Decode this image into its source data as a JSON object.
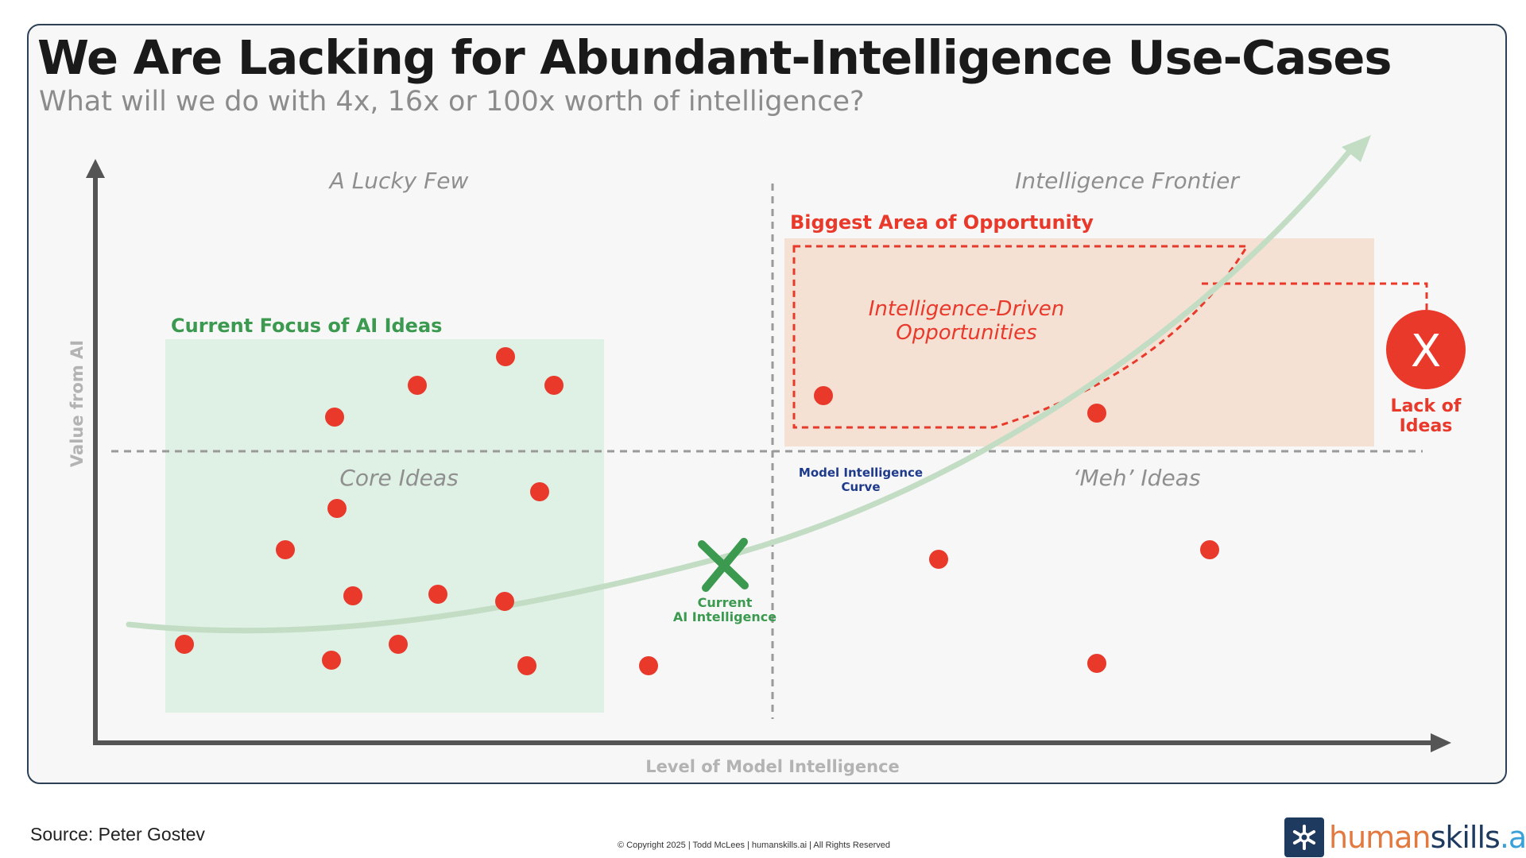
{
  "header": {
    "title": "We Are Lacking for Abundant-Intelligence Use-Cases",
    "subtitle": "What will we do with 4x, 16x or 100x worth of intelligence?"
  },
  "axes": {
    "y_label": "Value from AI",
    "x_label": "Level of Model Intelligence"
  },
  "quadrants": {
    "top_left": "A Lucky Few",
    "top_right": "Intelligence Frontier",
    "bottom_left": "Core Ideas",
    "bottom_right": "‘Meh’ Ideas"
  },
  "boxes": {
    "current_focus": "Current Focus of AI Ideas",
    "biggest_area": "Biggest Area of Opportunity",
    "intel_driven_line1": "Intelligence-Driven",
    "intel_driven_line2": "Opportunities"
  },
  "curve": {
    "label_line1": "Model Intelligence",
    "label_line2": "Curve"
  },
  "current_marker": {
    "label_line1": "Current",
    "label_line2": "AI Intelligence"
  },
  "lack_marker": {
    "symbol": "X",
    "label_line1": "Lack of",
    "label_line2": "Ideas"
  },
  "footer": {
    "source": "Source: Peter Gostev",
    "copyright": "© Copyright 2025 |  Todd McLees  |  humanskills.ai  | All Rights Reserved",
    "logo_part1": "human",
    "logo_part2": "skills",
    "logo_part3": ".ai"
  },
  "colors": {
    "dot_red": "#e8392b",
    "green": "#3b9a4f",
    "green_box": "#dff0e5",
    "peach_box": "#f5e1d3",
    "curve_green": "#c2ddc4",
    "dark_blue": "#1e3a8a",
    "axis": "#555555"
  }
}
